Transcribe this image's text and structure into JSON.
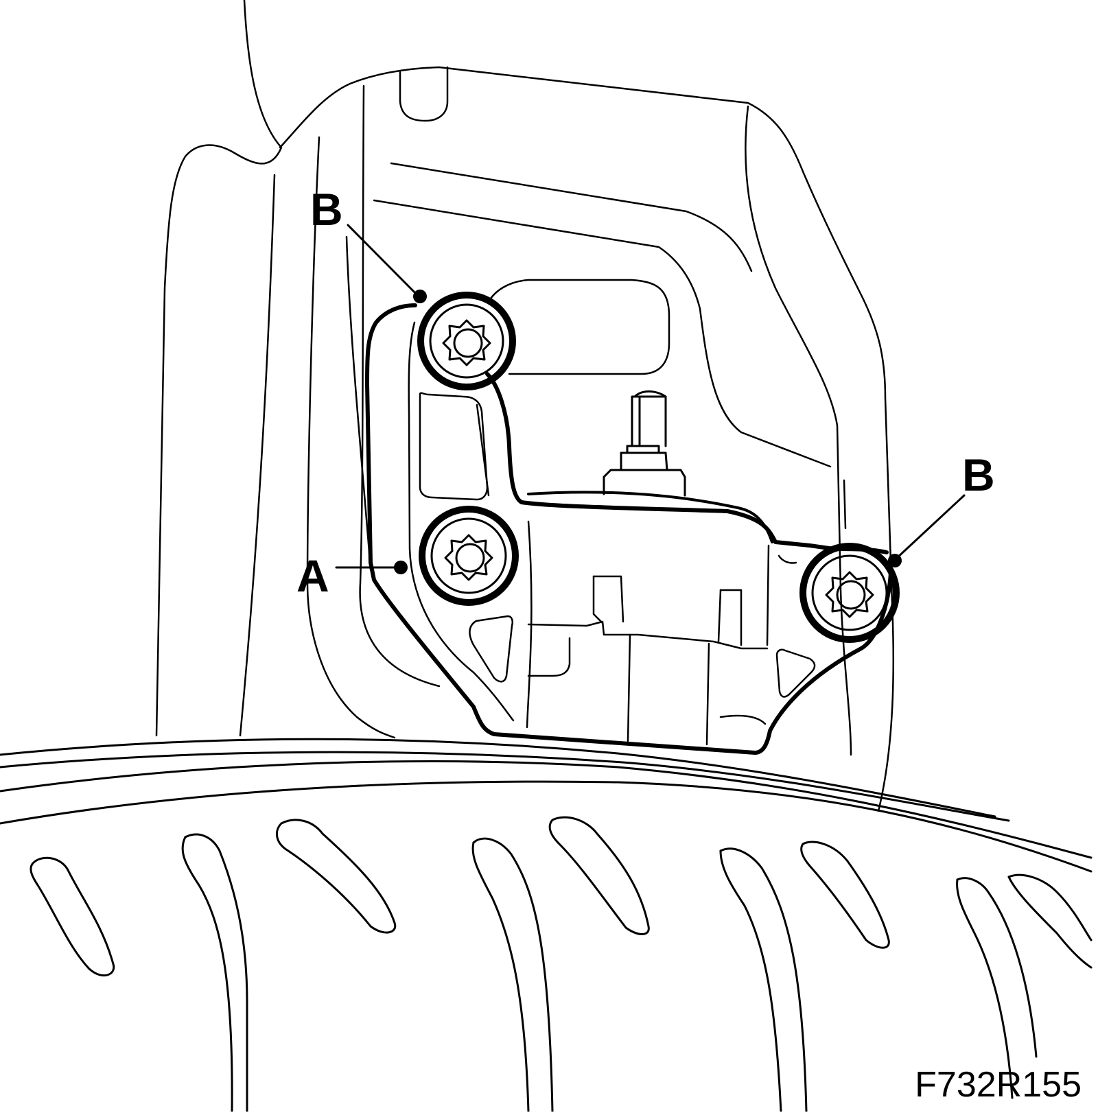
{
  "figure_code": "F732R155",
  "callouts": {
    "a": "A",
    "b_left": "B",
    "b_right": "B"
  },
  "colors": {
    "line": "#000000",
    "background": "#ffffff"
  }
}
